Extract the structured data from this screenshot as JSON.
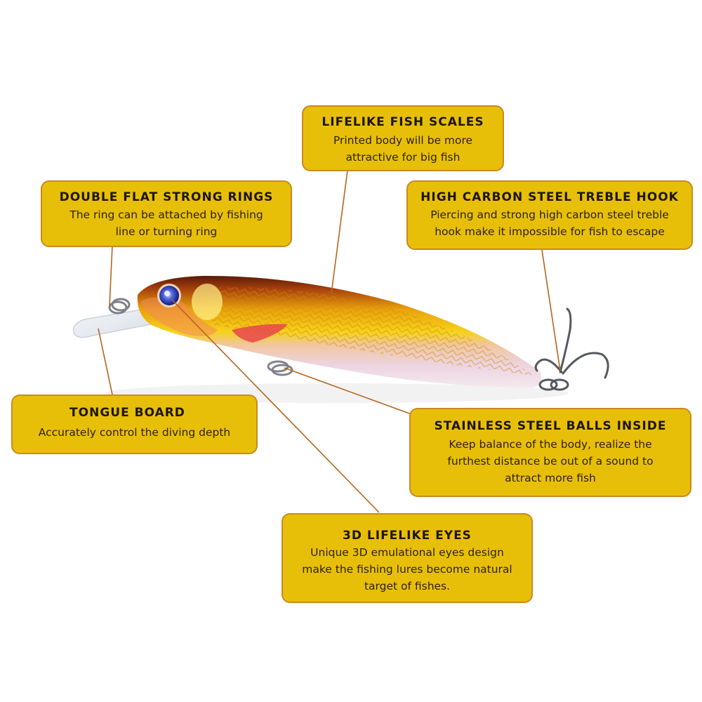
{
  "colors": {
    "callout_fill": "#e8bf08",
    "callout_border": "#c98a1e",
    "leader_line": "#b5651d",
    "background": "#ffffff"
  },
  "product": {
    "name": "fishing-lure-minnow",
    "parts": [
      "tongue-board",
      "eye",
      "body",
      "belly-hook-ring",
      "tail-treble-hook"
    ]
  },
  "callouts": [
    {
      "id": "lifelike-fish-scales",
      "title": "LIFELIKE FISH SCALES",
      "lines": [
        "Printed body will be more",
        "attractive for big fish"
      ]
    },
    {
      "id": "double-flat-strong-rings",
      "title": "DOUBLE FLAT STRONG RINGS",
      "lines": [
        "The ring can be attached by fishing",
        "line or turning ring"
      ]
    },
    {
      "id": "high-carbon-steel-treble-hook",
      "title": "HIGH CARBON STEEL TREBLE HOOK",
      "lines": [
        "Piercing and strong high carbon steel treble",
        "hook make it impossible for fish to escape"
      ]
    },
    {
      "id": "tongue-board",
      "title": "TONGUE BOARD",
      "lines": [
        "Accurately control the diving depth"
      ]
    },
    {
      "id": "stainless-steel-balls-inside",
      "title": "STAINLESS STEEL BALLS INSIDE",
      "lines": [
        "Keep balance of the body, realize the",
        "furthest distance be out of a sound to",
        "attract more fish"
      ]
    },
    {
      "id": "3d-lifelike-eyes",
      "title": "3D LIFELIKE EYES",
      "lines": [
        "Unique 3D emulational eyes design",
        "make the fishing lures become natural",
        "target of fishes."
      ]
    }
  ]
}
